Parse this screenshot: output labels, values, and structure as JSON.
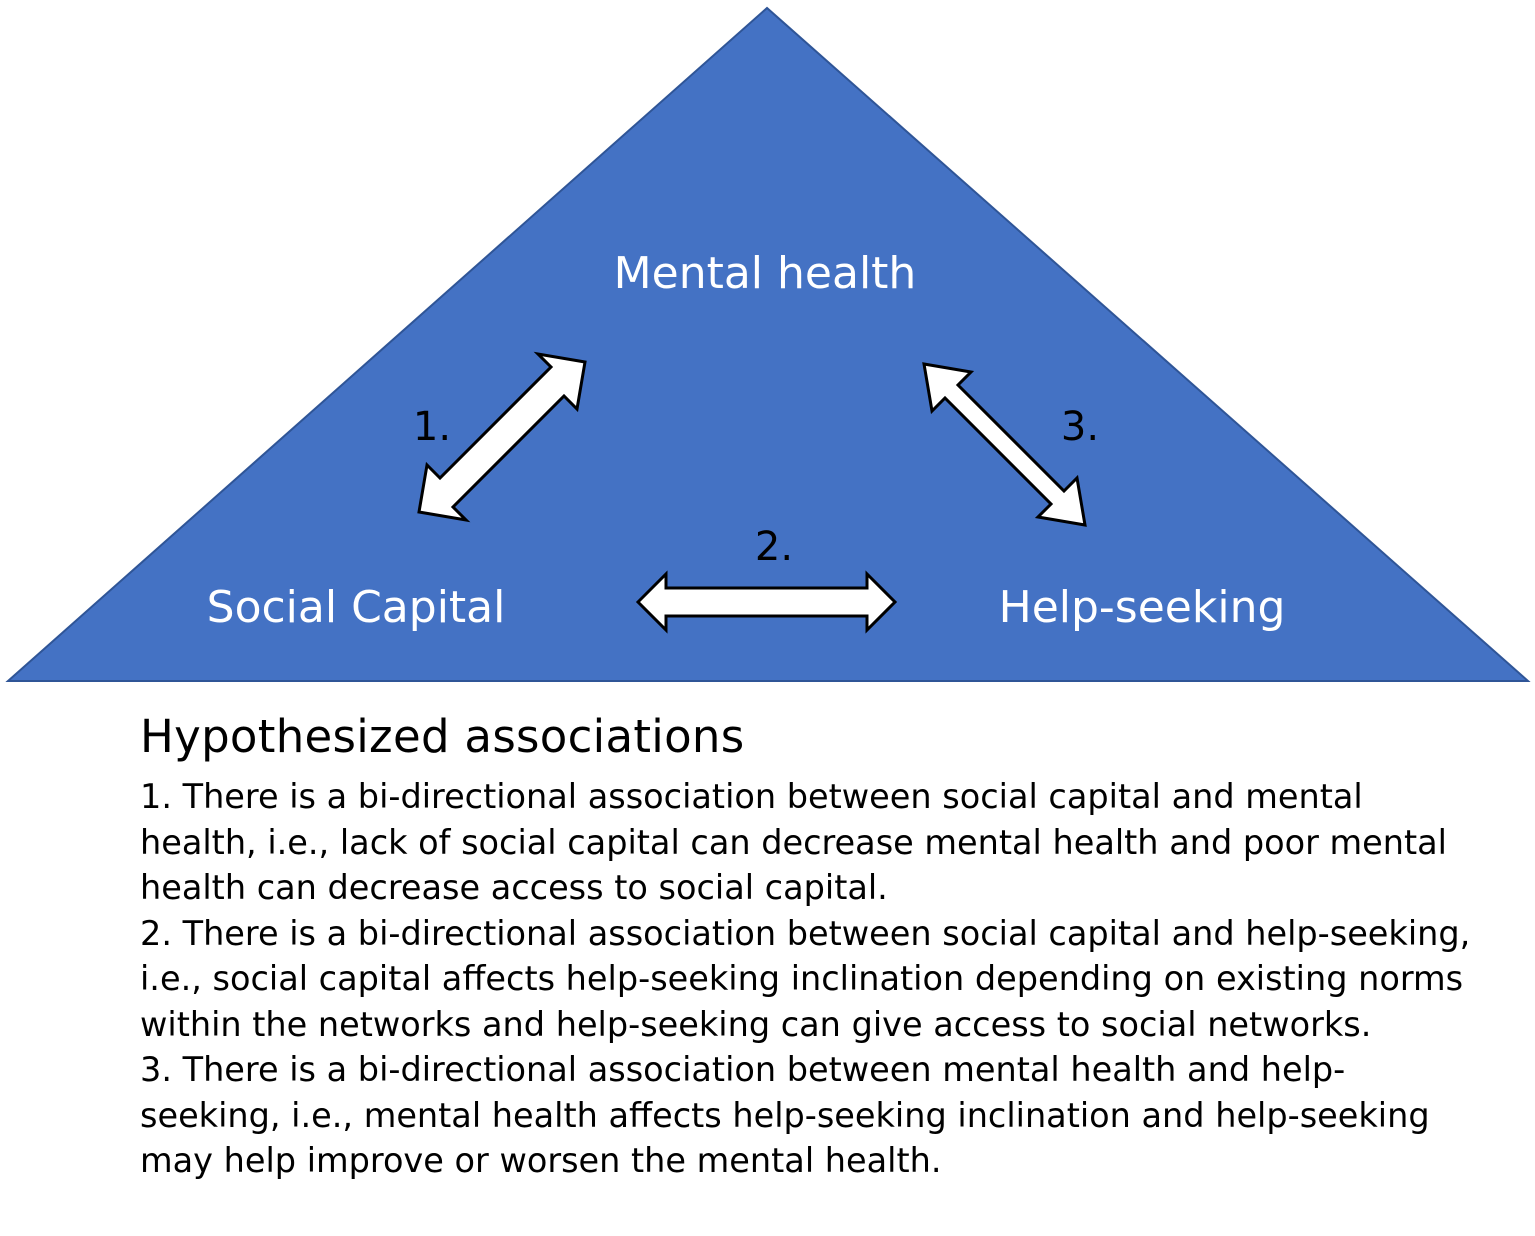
{
  "diagram": {
    "colors": {
      "triangle": "#4472C4",
      "arrow_fill": "#FFFFFF",
      "arrow_stroke": "#000000"
    },
    "nodes": {
      "top": "Mental health",
      "left": "Social Capital",
      "right": "Help-seeking"
    },
    "links": [
      {
        "label": "1.",
        "from": "Social Capital",
        "to": "Mental health",
        "arrow": "bidirectional"
      },
      {
        "label": "2.",
        "from": "Social Capital",
        "to": "Help-seeking",
        "arrow": "bidirectional"
      },
      {
        "label": "3.",
        "from": "Mental health",
        "to": "Help-seeking",
        "arrow": "bidirectional"
      }
    ]
  },
  "text": {
    "heading": "Hypothesized associations",
    "hypotheses": [
      "1. There is a bi-directional association between social capital and mental health, i.e., lack of social capital can decrease mental health and poor mental health can decrease access to social capital.",
      "2. There is a bi-directional association between social capital and help-seeking, i.e., social capital affects help-seeking inclination depending on existing norms within the networks and help-seeking can give access to social networks.",
      "3. There is a bi-directional association between mental health and help-seeking, i.e., mental health affects help-seeking inclination and help-seeking may help improve or worsen the mental health."
    ]
  }
}
